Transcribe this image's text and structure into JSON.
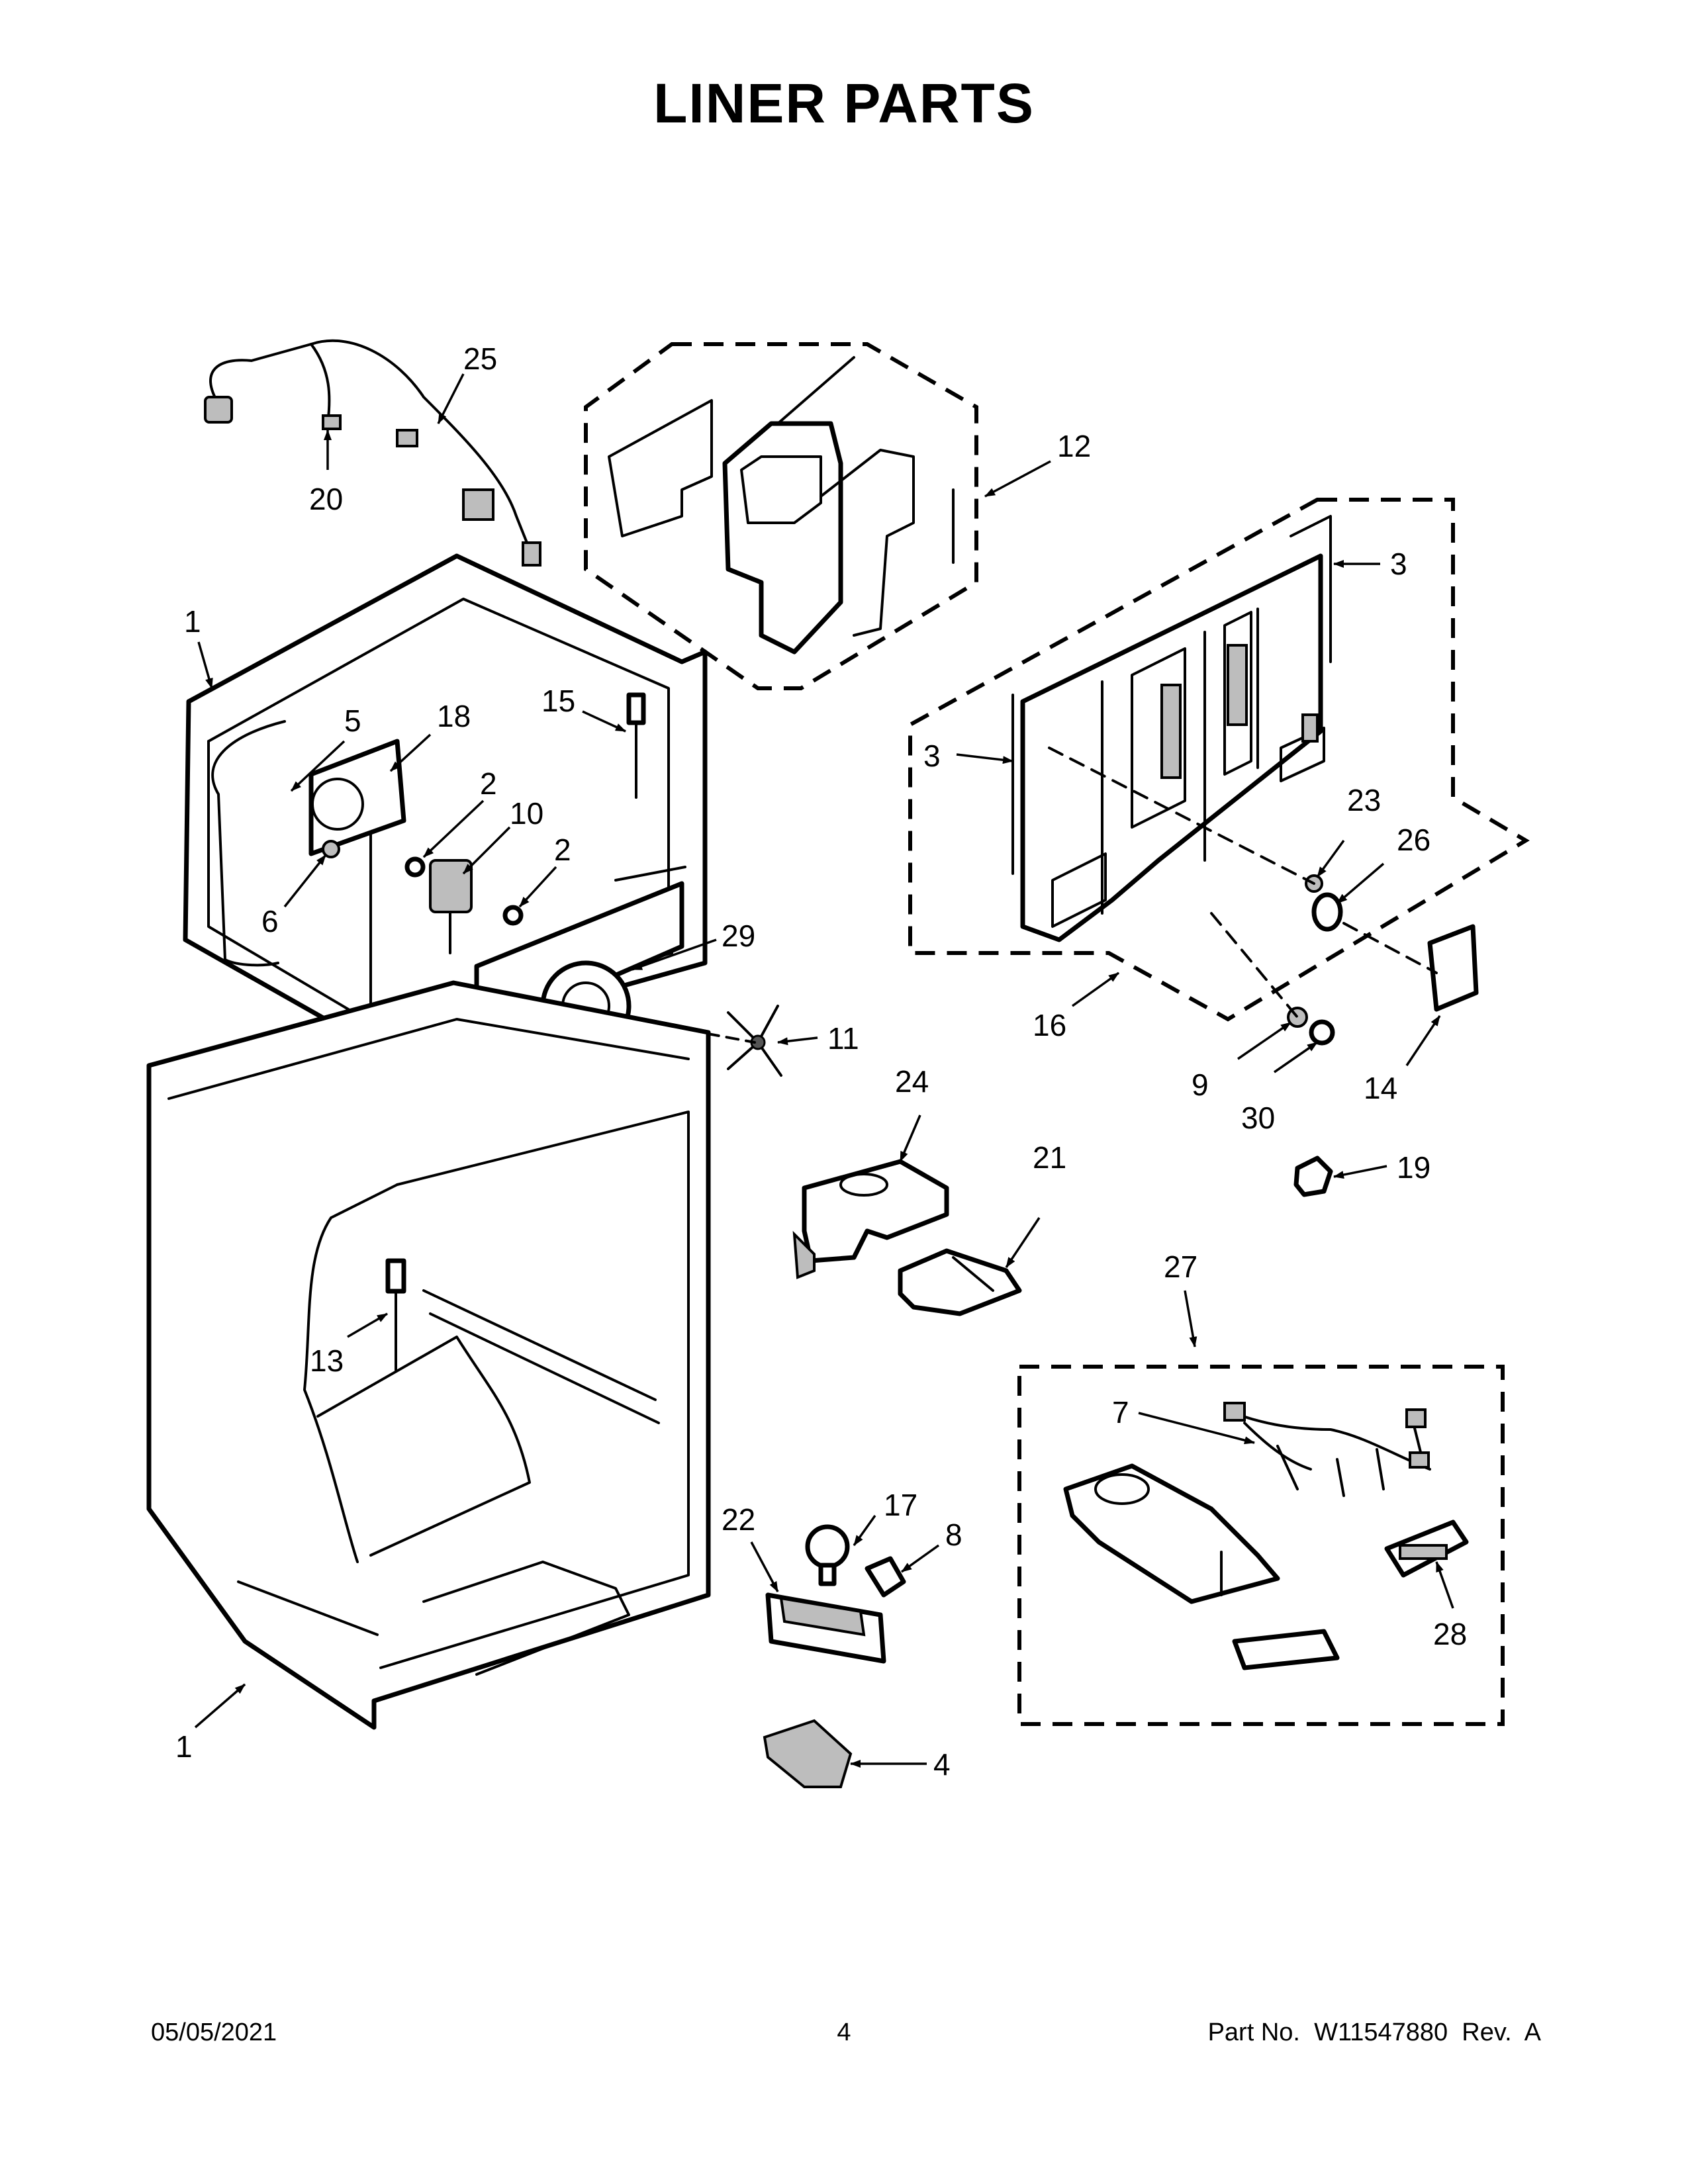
{
  "title": "LINER PARTS",
  "footer": {
    "date": "05/05/2021",
    "page": "4",
    "part": "Part No.  W11547880  Rev.  A"
  },
  "callouts": {
    "c25": "25",
    "c20": "20",
    "c12": "12",
    "c3a": "3",
    "c3b": "3",
    "c1a": "1",
    "c5": "5",
    "c18": "18",
    "c15": "15",
    "c2a": "2",
    "c10": "10",
    "c2b": "2",
    "c6": "6",
    "c29": "29",
    "c23": "23",
    "c26": "26",
    "c16": "16",
    "c11": "11",
    "c24": "24",
    "c9": "9",
    "c30": "30",
    "c14": "14",
    "c21": "21",
    "c19": "19",
    "c27": "27",
    "c13": "13",
    "c7": "7",
    "c22": "22",
    "c17": "17",
    "c8": "8",
    "c28": "28",
    "c1b": "1",
    "c4": "4"
  }
}
